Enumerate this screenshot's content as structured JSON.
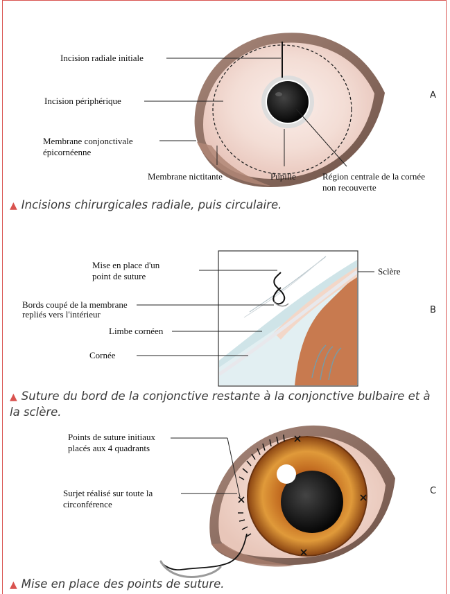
{
  "panelA": {
    "letter": "A",
    "labels": {
      "incision_radiale": "Incision radiale initiale",
      "incision_peripherique": "Incision périphérique",
      "membrane_conj_1": "Membrane conjonctivale",
      "membrane_conj_2": "épicornéenne",
      "membrane_nictitante": "Membrane nictitante",
      "pupille": "Pupille",
      "region_1": "Région centrale de la cornée",
      "region_2": "non recouverte"
    },
    "caption": "Incisions chirurgicales radiale, puis circulaire."
  },
  "panelB": {
    "letter": "B",
    "labels": {
      "mise_1": "Mise en place d'un",
      "mise_2": "point de suture",
      "sclere": "Sclère",
      "bords_1": "Bords coupé de la membrane",
      "bords_2": "repliés vers l'intérieur",
      "limbe": "Limbe cornéen",
      "cornee": "Cornée"
    },
    "caption": "Suture du bord de la conjonctive restante à la conjonctive bulbaire et à la sclère."
  },
  "panelC": {
    "letter": "C",
    "labels": {
      "points_1": "Points de suture initiaux",
      "points_2": "placés aux 4 quadrants",
      "surjet_1": "Surjet réalisé sur toute la",
      "surjet_2": "circonférence"
    },
    "caption": "Mise en place des points de suture."
  },
  "colors": {
    "accent": "#d9534f",
    "lid": "#8a6a5e",
    "cornea_pink": "#f3ddd6",
    "iris": "#c56d1f",
    "sclera_brown": "#c87a4f"
  }
}
